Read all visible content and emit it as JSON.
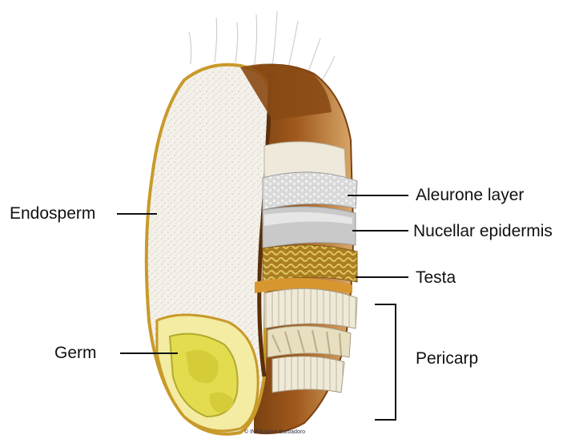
{
  "labels": {
    "endosperm": "Endosperm",
    "germ": "Germ",
    "aleurone_layer": "Aleurone layer",
    "nucellar_epidermis": "Nucellar epidermis",
    "testa": "Testa",
    "pericarp": "Pericarp"
  },
  "credit": "© INRA  Anne Barbadoro",
  "colors": {
    "grain_outline": "#c89a2a",
    "endosperm_fill": "#f2efe6",
    "bran_brown": "#8a4a14",
    "germ_yellow": "#e8e26a",
    "aleurone_grey": "#cfcfcf",
    "testa_gold": "#b8902a",
    "pericarp_cream": "#efe8d4",
    "leader_line": "#111111"
  }
}
